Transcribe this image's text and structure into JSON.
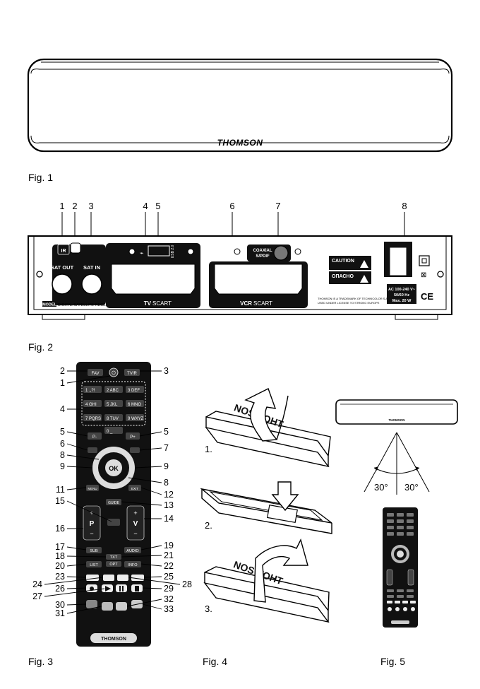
{
  "captions": {
    "fig1": "Fig. 1",
    "fig2": "Fig. 2",
    "fig3": "Fig. 3",
    "fig4": "Fig. 4",
    "fig5": "Fig. 5"
  },
  "brand": "THOMSON",
  "rear_panel": {
    "callouts": [
      "1",
      "2",
      "3",
      "4",
      "5",
      "6",
      "7",
      "8"
    ],
    "ir": "IR",
    "sat_out": "SAT OUT",
    "sat_in": "SAT IN",
    "usb": "USB 2.0",
    "coaxial_line1": "COAXIAL",
    "coaxial_line2": "S/PDIF",
    "tv_scart_bold": "TV",
    "tv_scart_rest": "SCART",
    "vcr_scart_bold": "VCR",
    "vcr_scart_rest": "SCART",
    "model_tag": "MODEL",
    "model_text": "DIGITAL SATELLITE RECEIVER THS200",
    "caution": "CAUTION",
    "opasno": "ОПАСНО",
    "trademark1": "THOMSON IS A TRADEMARK OF TECHNICOLOR S.A.",
    "trademark2": "USED UNDER LICENSE TO STRONG EUROPE",
    "power1": "AC 100-240 V~",
    "power2": "50/60 Hz",
    "power3": "Max. 20 W",
    "ce": "CE"
  },
  "remote": {
    "keys": {
      "fav": "FAV",
      "tvr": "TV/R",
      "n1": "1 .,?!",
      "n2": "2 ABC",
      "n3": "3 DEF",
      "n4": "4 GHI",
      "n5": "5 JKL",
      "n6": "6 MNO",
      "n7": "7 PQRS",
      "n8": "8 TUV",
      "n9": "9 WXYZ",
      "n0": "0 _",
      "pminus": "P-",
      "pplus": "P+",
      "ok": "OK",
      "menu": "MENU",
      "exit": "EXIT",
      "guide": "GUIDE",
      "p": "P",
      "v": "V",
      "plus": "+",
      "minus": "−",
      "sub": "SUB",
      "audio": "AUDIO",
      "txt": "TXT",
      "opt": "OPT",
      "list": "LIST",
      "info": "INFO"
    },
    "left_callouts": [
      "2",
      "1",
      "4",
      "5",
      "6",
      "8",
      "9",
      "11",
      "15",
      "16",
      "17",
      "18",
      "20",
      "23",
      "24",
      "26",
      "27",
      "30",
      "31"
    ],
    "right_callouts": [
      "3",
      "5",
      "7",
      "9",
      "8",
      "12",
      "13",
      "14",
      "19",
      "21",
      "22",
      "25",
      "28",
      "29",
      "32",
      "33"
    ]
  },
  "fig4_steps": [
    "1.",
    "2.",
    "3."
  ],
  "fig5": {
    "angle_left": "30°",
    "angle_right": "30°"
  }
}
